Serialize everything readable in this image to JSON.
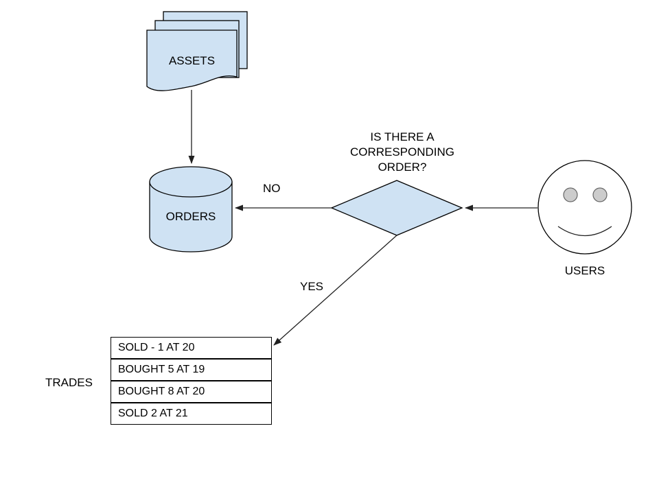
{
  "diagram": {
    "assets": {
      "label": "ASSETS"
    },
    "orders": {
      "label": "ORDERS"
    },
    "decision": {
      "question": "IS THERE A CORRESPONDING ORDER?"
    },
    "users": {
      "label": "USERS"
    },
    "edges": {
      "no": "NO",
      "yes": "YES"
    },
    "trades": {
      "label": "TRADES",
      "rows": [
        "SOLD - 1 AT 20",
        "BOUGHT 5 AT 19",
        "BOUGHT 8 AT 20",
        "SOLD 2 AT 21"
      ]
    },
    "colors": {
      "shape_fill": "#cfe2f3",
      "shape_stroke": "#000000",
      "line_color": "#212121",
      "face_fill": "#ffffff",
      "eye_fill": "#cccccc"
    }
  }
}
